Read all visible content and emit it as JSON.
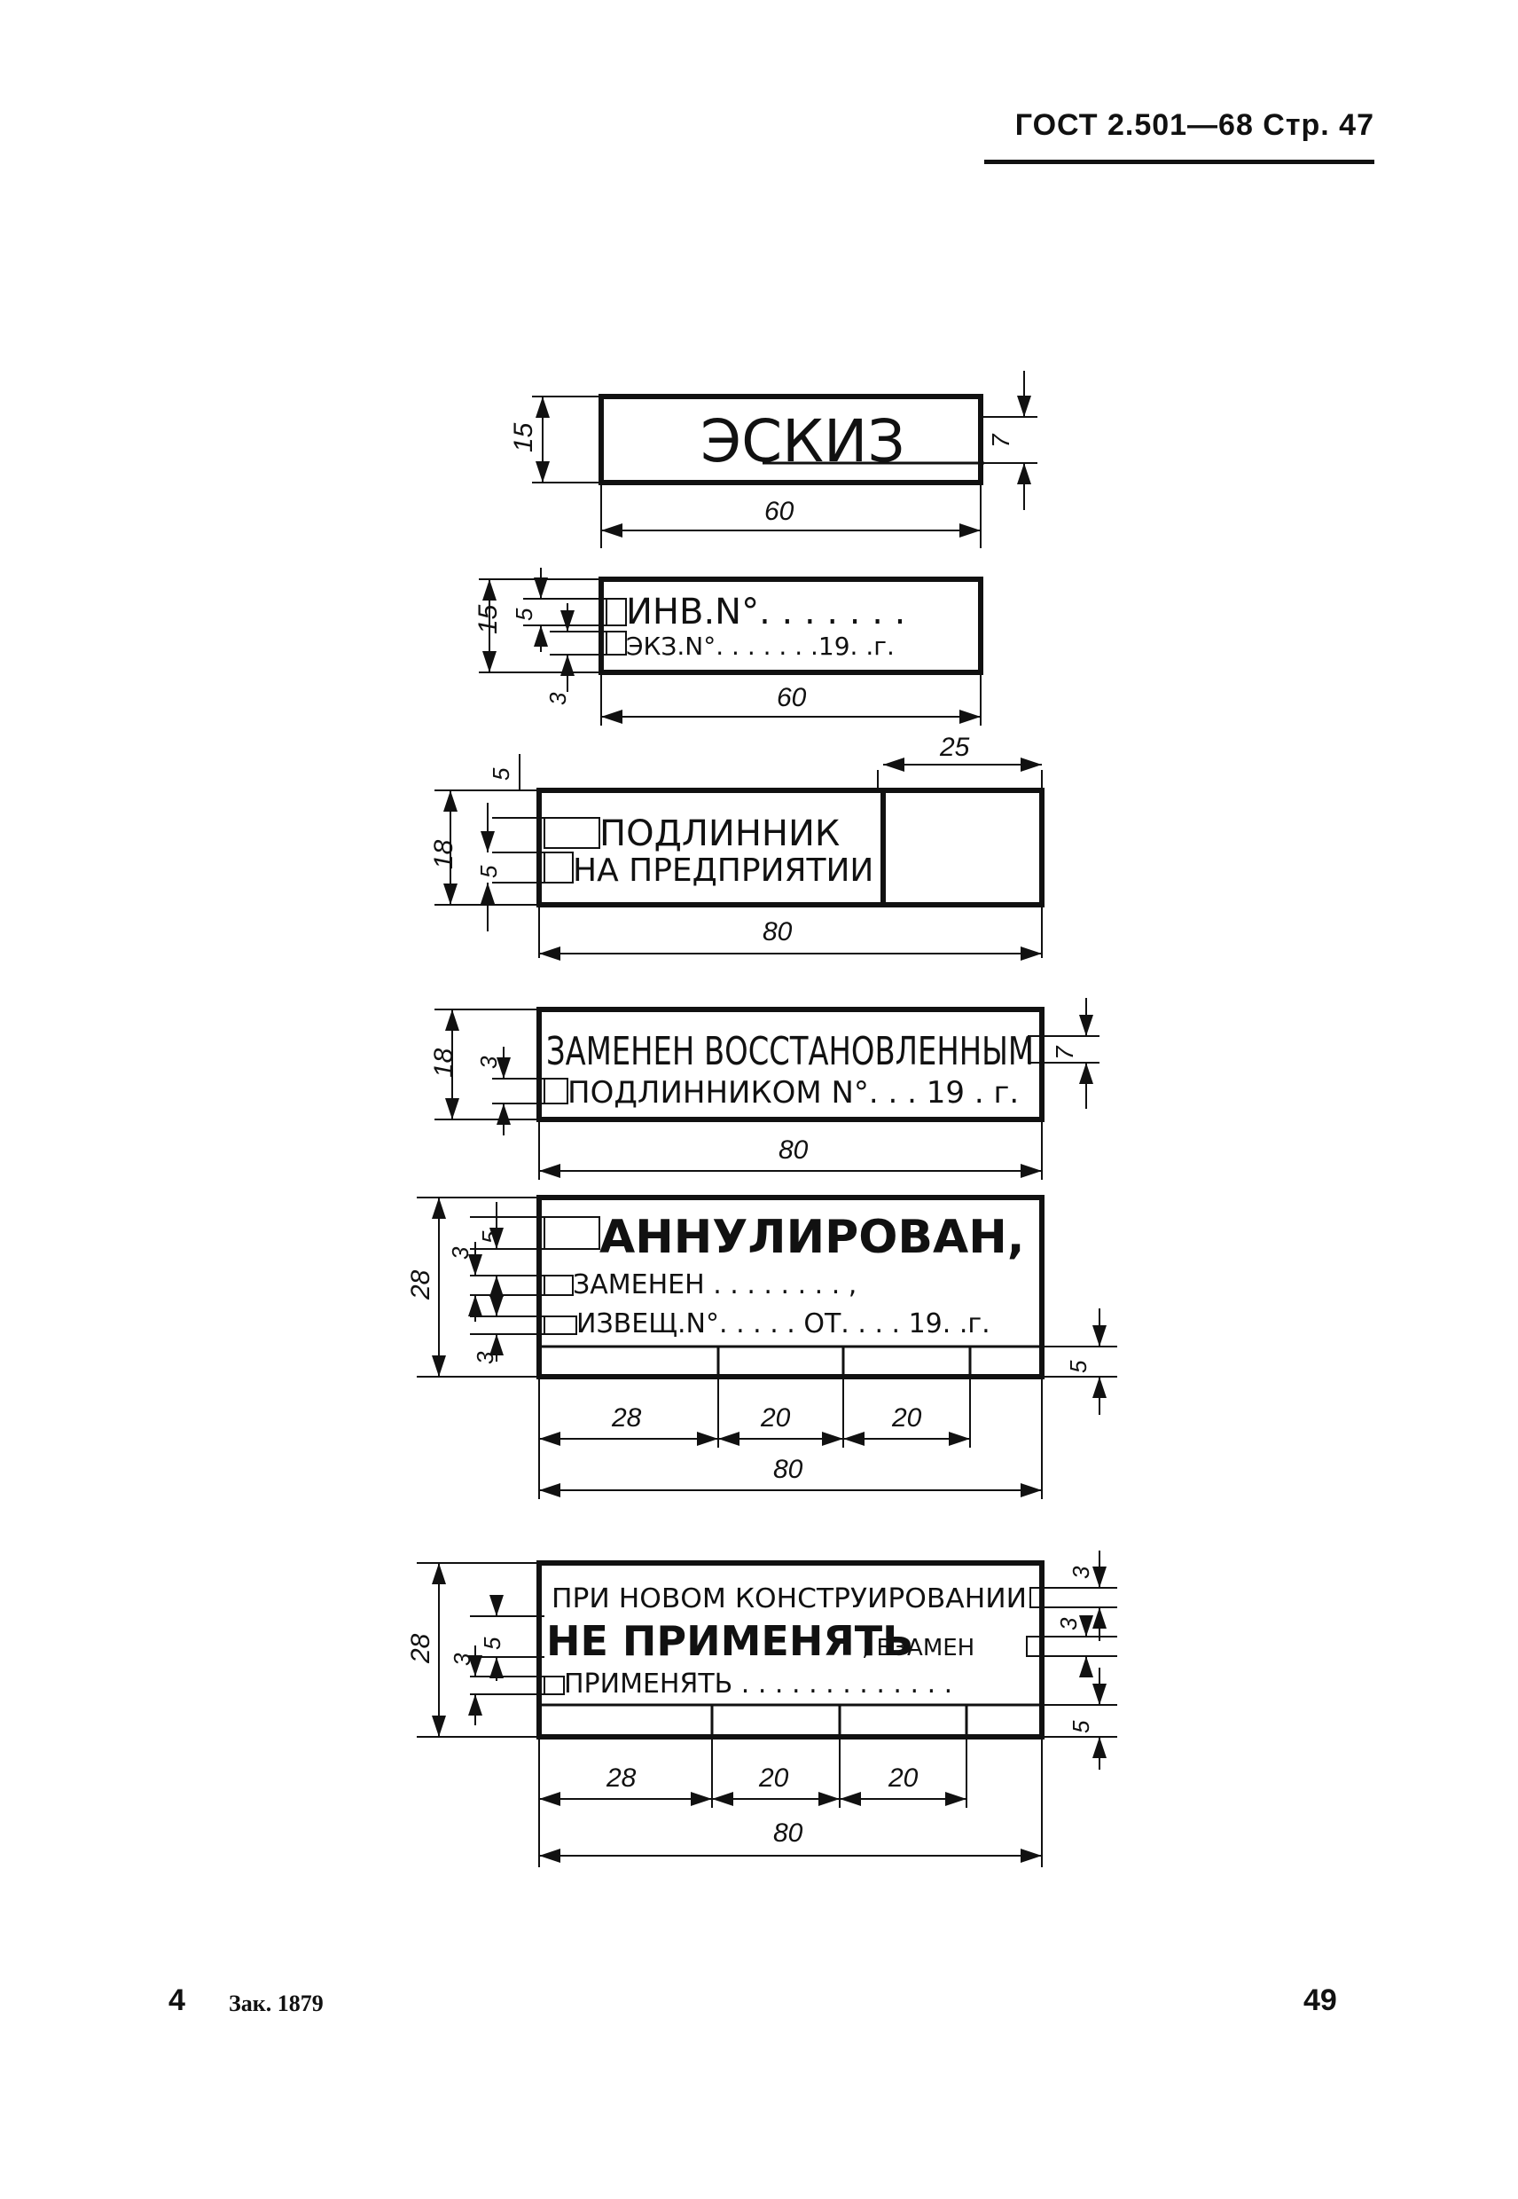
{
  "header": {
    "title": "ГОСТ 2.501—68 Стр. 47"
  },
  "footer": {
    "sheet": "4",
    "order": "Зак. 1879",
    "page_number": "49"
  },
  "stamps": [
    {
      "id": "eskiz",
      "lines": [
        "ЭСКИЗ"
      ],
      "dimensions": {
        "width": "60",
        "height": "15",
        "font": "7"
      }
    },
    {
      "id": "inv",
      "lines": [
        "ИНВ.N°. . . . . . .",
        "ЭКЗ.N°. . . . . . .19. .г."
      ],
      "dimensions": {
        "width": "60",
        "height": "15",
        "line": "5",
        "bottom": "3"
      }
    },
    {
      "id": "original",
      "lines": [
        "ПОДЛИННИК",
        "НА ПРЕДПРИЯТИИ"
      ],
      "dimensions": {
        "width": "80",
        "height": "18",
        "top": "5",
        "line": "5",
        "box": "25"
      }
    },
    {
      "id": "replaced",
      "lines": [
        "ЗАМЕНЕН ВОССТАНОВЛЕННЫМ",
        "ПОДЛИННИКОМ N°. . . 19 . г."
      ],
      "dimensions": {
        "width": "80",
        "height": "18",
        "line": "3",
        "font": "7"
      }
    },
    {
      "id": "annulled",
      "lines": [
        "АННУЛИРОВАН,",
        "ЗАМЕНЕН . . . . . . . . ,",
        "ИЗВЕЩ.N°. . . . . ОТ. . . . 19. .г."
      ],
      "dimensions": {
        "width": "80",
        "height": "28",
        "line_a": "5",
        "line_b": "3",
        "line_c": "3",
        "row": "5",
        "col1": "28",
        "col2": "20",
        "col3": "20"
      }
    },
    {
      "id": "do-not-use",
      "lines": [
        "ПРИ НОВОМ КОНСТРУИРОВАНИИ",
        "НЕ ПРИМЕНЯТЬ",
        ", ВЗАМЕН",
        "ПРИМЕНЯТЬ . . . . . . . . . . . . ."
      ],
      "dimensions": {
        "width": "80",
        "height": "28",
        "line_a": "5",
        "line_b": "3",
        "top": "3",
        "mid": "3",
        "row": "5",
        "col1": "28",
        "col2": "20",
        "col3": "20"
      }
    }
  ]
}
